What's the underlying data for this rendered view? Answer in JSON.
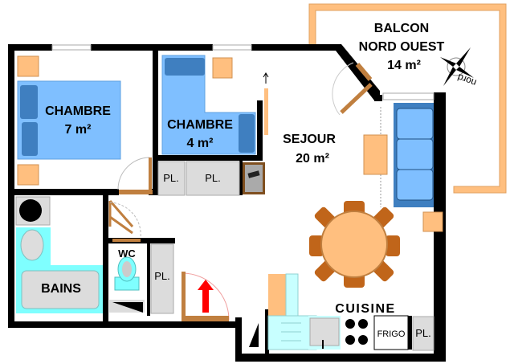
{
  "rooms": {
    "balcony": {
      "line1": "BALCON",
      "line2": "NORD  OUEST",
      "area": "14  m²"
    },
    "bedroom1": {
      "name": "CHAMBRE",
      "area": "7 m²"
    },
    "bedroom2": {
      "name": "CHAMBRE",
      "area": "4 m²"
    },
    "living": {
      "name": "SEJOUR",
      "area": "20  m²"
    },
    "kitchen": {
      "name": "CUISINE"
    },
    "bathroom": {
      "name": "BAINS"
    },
    "wc": {
      "name": "WC"
    }
  },
  "storage": {
    "closet1": "PL.",
    "closet2": "PL.",
    "closet3": "PL.",
    "closet4": "PL."
  },
  "appliances": {
    "fridge": "FRIGO"
  },
  "compass": {
    "label": "nord"
  },
  "colors": {
    "wall": "#000000",
    "bed": "#7fbfff",
    "pillow": "#3f7fc0",
    "furniture": "#ffbf7f",
    "wood": "#c07f3f",
    "water": "#7fffff",
    "storage": "#dcdcdc",
    "entrance_arrow": "#ff0000"
  }
}
